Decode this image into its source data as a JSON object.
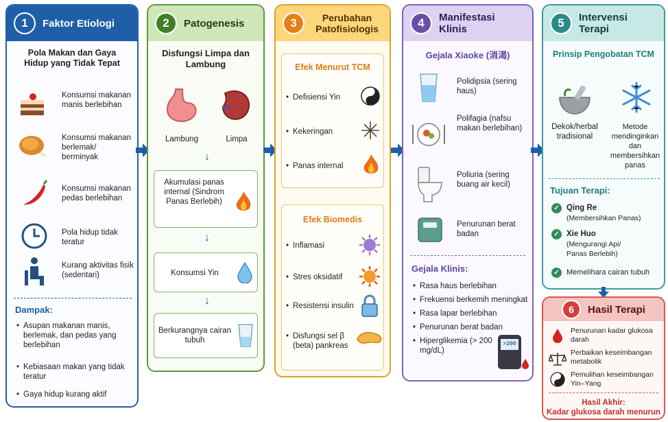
{
  "col1": {
    "number": "1",
    "title": "Faktor Etiologi",
    "subtitle": "Pola Makan dan Gaya Hidup yang Tidak Tepat",
    "items": [
      {
        "icon": "cake-icon",
        "text": "Konsumsi makanan manis berlebihan"
      },
      {
        "icon": "fried-chicken-icon",
        "text": "Konsumsi makanan berlemak/ berminyak"
      },
      {
        "icon": "chili-icon",
        "text": "Konsumsi makanan pedas berlebihan"
      },
      {
        "icon": "clock-icon",
        "text": "Pola hidup tidak teratur"
      },
      {
        "icon": "sitting-person-icon",
        "text": "Kurang aktivitas fisik (sedentari)"
      }
    ],
    "impact_title": "Dampak:",
    "impacts": [
      "Asupan makanan manis, berlemak, dan pedas yang berlebihan",
      "Kebiasaan makan yang tidak teratur",
      "Gaya hidup kurang aktif"
    ]
  },
  "col2": {
    "number": "2",
    "title": "Patogenesis",
    "subtitle": "Disfungsi Limpa dan Lambung",
    "organ_labels": [
      "Lambung",
      "Limpa"
    ],
    "steps": [
      "Akumulasi panas internal (Sindrom Panas Berlebih)",
      "Konsumsi Yin",
      "Berkurangnya cairan tubuh"
    ]
  },
  "col3": {
    "number": "3",
    "title": "Perubahan Patofisiologis",
    "tcm_title": "Efek Menurut TCM",
    "tcm_items": [
      "Defisiensi Yin",
      "Kekeringan",
      "Panas internal"
    ],
    "bio_title": "Efek Biomedis",
    "bio_items": [
      "Inflamasi",
      "Stres oksidatif",
      "Resistensi insulin",
      "Disfungsi sel β (beta) pankreas"
    ]
  },
  "col4": {
    "number": "4",
    "title": "Manifestasi Klinis",
    "subtitle": "Gejala Xiaoke (消渴)",
    "items": [
      {
        "icon": "water-glass-icon",
        "text": "Polidipsia (sering haus)"
      },
      {
        "icon": "food-plate-icon",
        "text": "Polifagia (nafsu makan berlebihan)"
      },
      {
        "icon": "toilet-icon",
        "text": "Poliuria (sering buang air kecil)"
      },
      {
        "icon": "scale-icon",
        "text": "Penurunan berat badan"
      }
    ],
    "clinical_title": "Gejala Klinis:",
    "clinical_items": [
      "Rasa haus berlebihan",
      "Frekuensi berkemih meningkat",
      "Rasa lapar berlebihan",
      "Penurunan berat badan",
      "Hiperglikemia (> 200 mg/dL)"
    ],
    "meter_reading": ">200"
  },
  "col5": {
    "number": "5",
    "title": "Intervensi Terapi",
    "subtitle": "Prinsip Pengobatan TCM",
    "methods": [
      "Dekok/herbal tradisional",
      "Metode mendinginkan dan membersihkan panas"
    ],
    "goal_title": "Tujuan Terapi:",
    "goals": [
      {
        "main": "Qing Re",
        "sub": "(Membersihkan Panas)"
      },
      {
        "main": "Xie Huo",
        "sub": "(Mengurangi Api/ Panas Berlebih)"
      },
      {
        "main": "Memelihara cairan tubuh",
        "sub": ""
      }
    ]
  },
  "col6": {
    "number": "6",
    "title": "Hasil Terapi",
    "results": [
      "Penurunan kadar glukosa darah",
      "Perbaikan keseimbangan metabolik",
      "Pemulihan keseimbangan Yin–Yang"
    ],
    "final_title": "Hasil Akhir:",
    "final_text": "Kadar glukosa darah menurun"
  }
}
